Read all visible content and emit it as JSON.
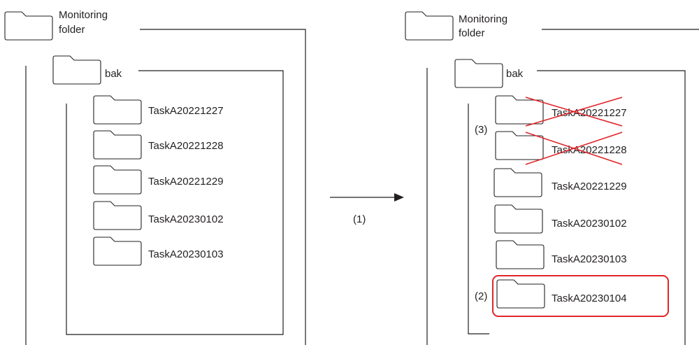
{
  "colors": {
    "stroke": "#231f20",
    "highlight": "#e0262b",
    "background": "#ffffff"
  },
  "before": {
    "root_label_line1": "Monitoring",
    "root_label_line2": "folder",
    "sub_label": "bak",
    "files": [
      "TaskA20221227",
      "TaskA20221228",
      "TaskA20221229",
      "TaskA20230102",
      "TaskA20230103"
    ]
  },
  "arrow_label": "(1)",
  "after": {
    "root_label_line1": "Monitoring",
    "root_label_line2": "folder",
    "sub_label": "bak",
    "files": [
      "TaskA20221227",
      "TaskA20221228",
      "TaskA20221229",
      "TaskA20230102",
      "TaskA20230103",
      "TaskA20230104"
    ],
    "deleted_marker": "(3)",
    "deleted_count": 2,
    "added_marker": "(2)",
    "added_file": "TaskA20230104"
  }
}
